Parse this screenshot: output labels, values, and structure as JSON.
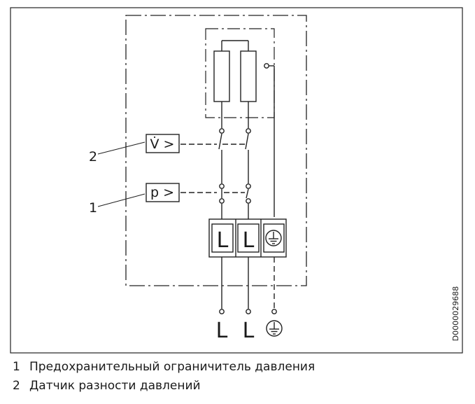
{
  "diagram": {
    "doc_code": "D0000029688",
    "sensor_flow_label": "V̇ >",
    "sensor_pressure_label": "p >",
    "callout_2": "2",
    "callout_1": "1",
    "terminal_left_1": "L",
    "terminal_left_2": "L",
    "bottom_label_1": "L",
    "bottom_label_2": "L"
  },
  "legend": {
    "items": [
      {
        "number": "1",
        "text": "Предохранительный ограничитель давления"
      },
      {
        "number": "2",
        "text": "Датчик разности давлений"
      }
    ]
  }
}
